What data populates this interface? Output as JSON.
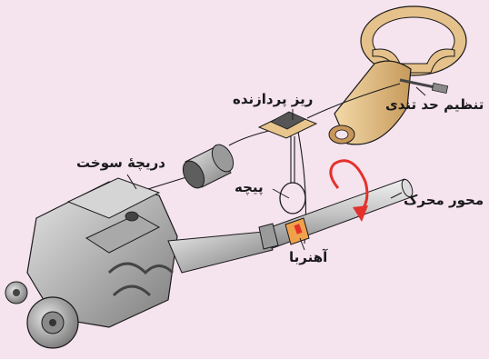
{
  "labels": {
    "microprocessor": "ریز پردازنده",
    "speed_setting": "تنظیم حد تندی",
    "throttle": "دریچۀ سوخت",
    "coil": "پیچه",
    "drive_shaft": "محور محرک",
    "magnet": "آهنربا"
  },
  "colors": {
    "background": "#f5e3ee",
    "steering": "#e3c08a",
    "metal": "#b9b9b9",
    "shaft": "#cfcfcf",
    "arrow": "#e4312b",
    "magnet": "#f0a24a",
    "wire": "#1a1a1a"
  },
  "icons": [
    "steering-wheel-icon",
    "microprocessor-chip-icon",
    "throttle-actuator-icon",
    "engine-icon",
    "coil-loop-icon",
    "rotation-arrow-icon",
    "magnet-ring-icon"
  ]
}
